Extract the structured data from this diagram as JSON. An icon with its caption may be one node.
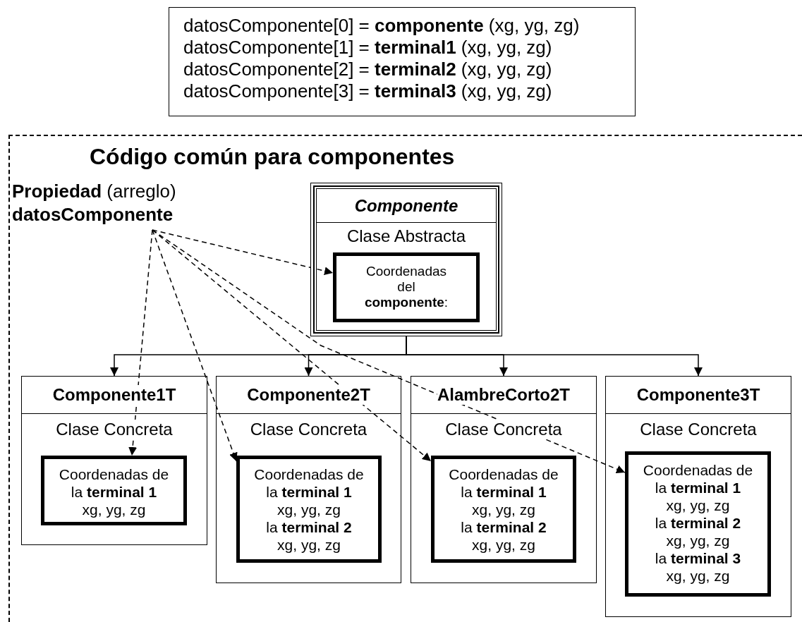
{
  "diagram": {
    "nodes": [
      {
        "text": [
          "datosComponente[0] = **componente** (xg, yg, zg)",
          "datosComponente[1] = **terminal1** (xg, yg, zg)",
          "datosComponente[2] = **terminal2** (xg, yg, zg)",
          "datosComponente[3] = **terminal3** (xg, yg, zg)"
        ]
      },
      {
        "text": [
          "Código común para componentes"
        ]
      },
      {
        "text": [
          "**Propiedad** (arreglo)",
          "datosComponente"
        ],
        "in": 1
      },
      {
        "text": [
          "Componente",
          "Clase Abstracta"
        ],
        "in": 1
      },
      {
        "text": [
          "Coordenadas del **componente**:"
        ],
        "in": 3
      },
      {
        "text": [
          "Componente1T",
          "Clase Concreta"
        ],
        "in": 1
      },
      {
        "text": [
          "Coordenadas de la **terminal 1**",
          "xg, yg, zg"
        ],
        "in": 5
      },
      {
        "text": [
          "Componente2T",
          "Clase Concreta"
        ],
        "in": 1
      },
      {
        "text": [
          "Coordenadas de la **terminal 1**",
          "xg, yg, zg",
          "la **terminal 2**",
          "xg, yg, zg"
        ],
        "in": 7
      },
      {
        "text": [
          "AlambreCorto2T",
          "Clase Concreta"
        ],
        "in": 1
      },
      {
        "text": [
          "Coordenadas de la **terminal 1**",
          "xg, yg, zg",
          "la **terminal 2**",
          "xg, yg, zg"
        ],
        "in": 9
      },
      {
        "text": [
          "Componente3T",
          "Clase Concreta"
        ],
        "in": 1
      },
      {
        "text": [
          "Coordenadas de la **terminal 1**",
          "xg, yg, zg",
          "la **terminal 2**",
          "xg, yg, zg",
          "la **terminal 3**",
          "xg, yg, zg"
        ],
        "in": 11
      }
    ],
    "edges": [
      {
        "from": 3,
        "to": 5,
        "arrow": "to"
      },
      {
        "from": 3,
        "to": 7,
        "arrow": "to"
      },
      {
        "from": 3,
        "to": 9,
        "arrow": "to"
      },
      {
        "from": 3,
        "to": 11,
        "arrow": "to"
      },
      {
        "from": 2,
        "to": 4,
        "arrow": "to",
        "style": "dashed"
      },
      {
        "from": 2,
        "to": 6,
        "arrow": "to",
        "style": "dashed"
      },
      {
        "from": 2,
        "to": 8,
        "arrow": "to",
        "style": "dashed"
      },
      {
        "from": 2,
        "to": 10,
        "arrow": "to",
        "style": "dashed"
      },
      {
        "from": 2,
        "to": 12,
        "arrow": "to",
        "style": "dashed"
      }
    ]
  }
}
